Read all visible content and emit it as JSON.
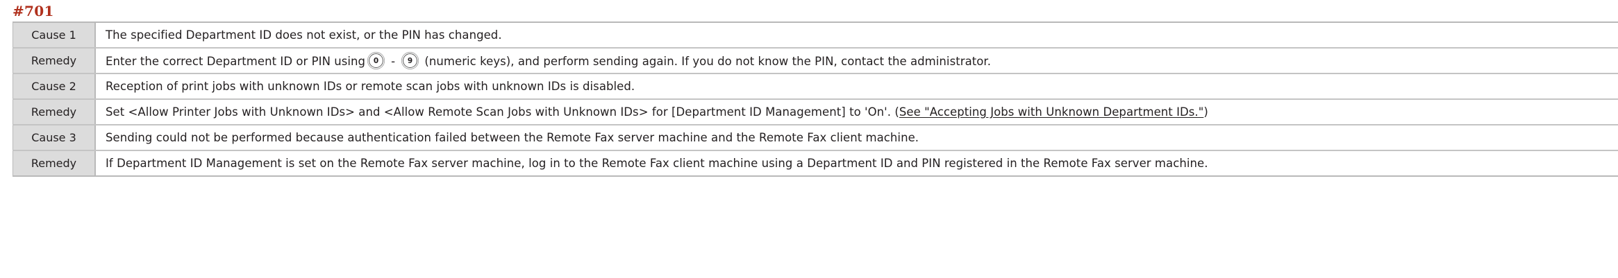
{
  "heading": {
    "code": "#701",
    "color": "#b0301c"
  },
  "table": {
    "label_column_color": "#dcdcdc",
    "border_color": "#b9b9b9",
    "rows": [
      {
        "label": "Cause 1",
        "text": "The specified Department ID does not exist, or the PIN has changed."
      },
      {
        "label": "Remedy",
        "text_before_keys": "Enter the correct Department ID or PIN using",
        "key_from": "0",
        "key_separator": "-",
        "key_to": "9",
        "text_after_keys": "(numeric keys), and perform sending again. If you do not know the PIN, contact the administrator."
      },
      {
        "label": "Cause 2",
        "text": "Reception of print jobs with unknown IDs or remote scan jobs with unknown IDs is disabled."
      },
      {
        "label": "Remedy",
        "text": "Set <Allow Printer Jobs with Unknown IDs> and <Allow Remote Scan Jobs with Unknown IDs> for [Department ID Management] to 'On'.",
        "link_open_paren": "(",
        "link_text": "See \"Accepting Jobs with Unknown Department IDs.\"",
        "link_close_paren": ")"
      },
      {
        "label": "Cause 3",
        "text": "Sending could not be performed because authentication failed between the Remote Fax server machine and the Remote Fax client machine."
      },
      {
        "label": "Remedy",
        "text": "If Department ID Management is set on the Remote Fax server machine, log in to the Remote Fax client machine using a Department ID and PIN registered in the Remote Fax server machine."
      }
    ]
  }
}
